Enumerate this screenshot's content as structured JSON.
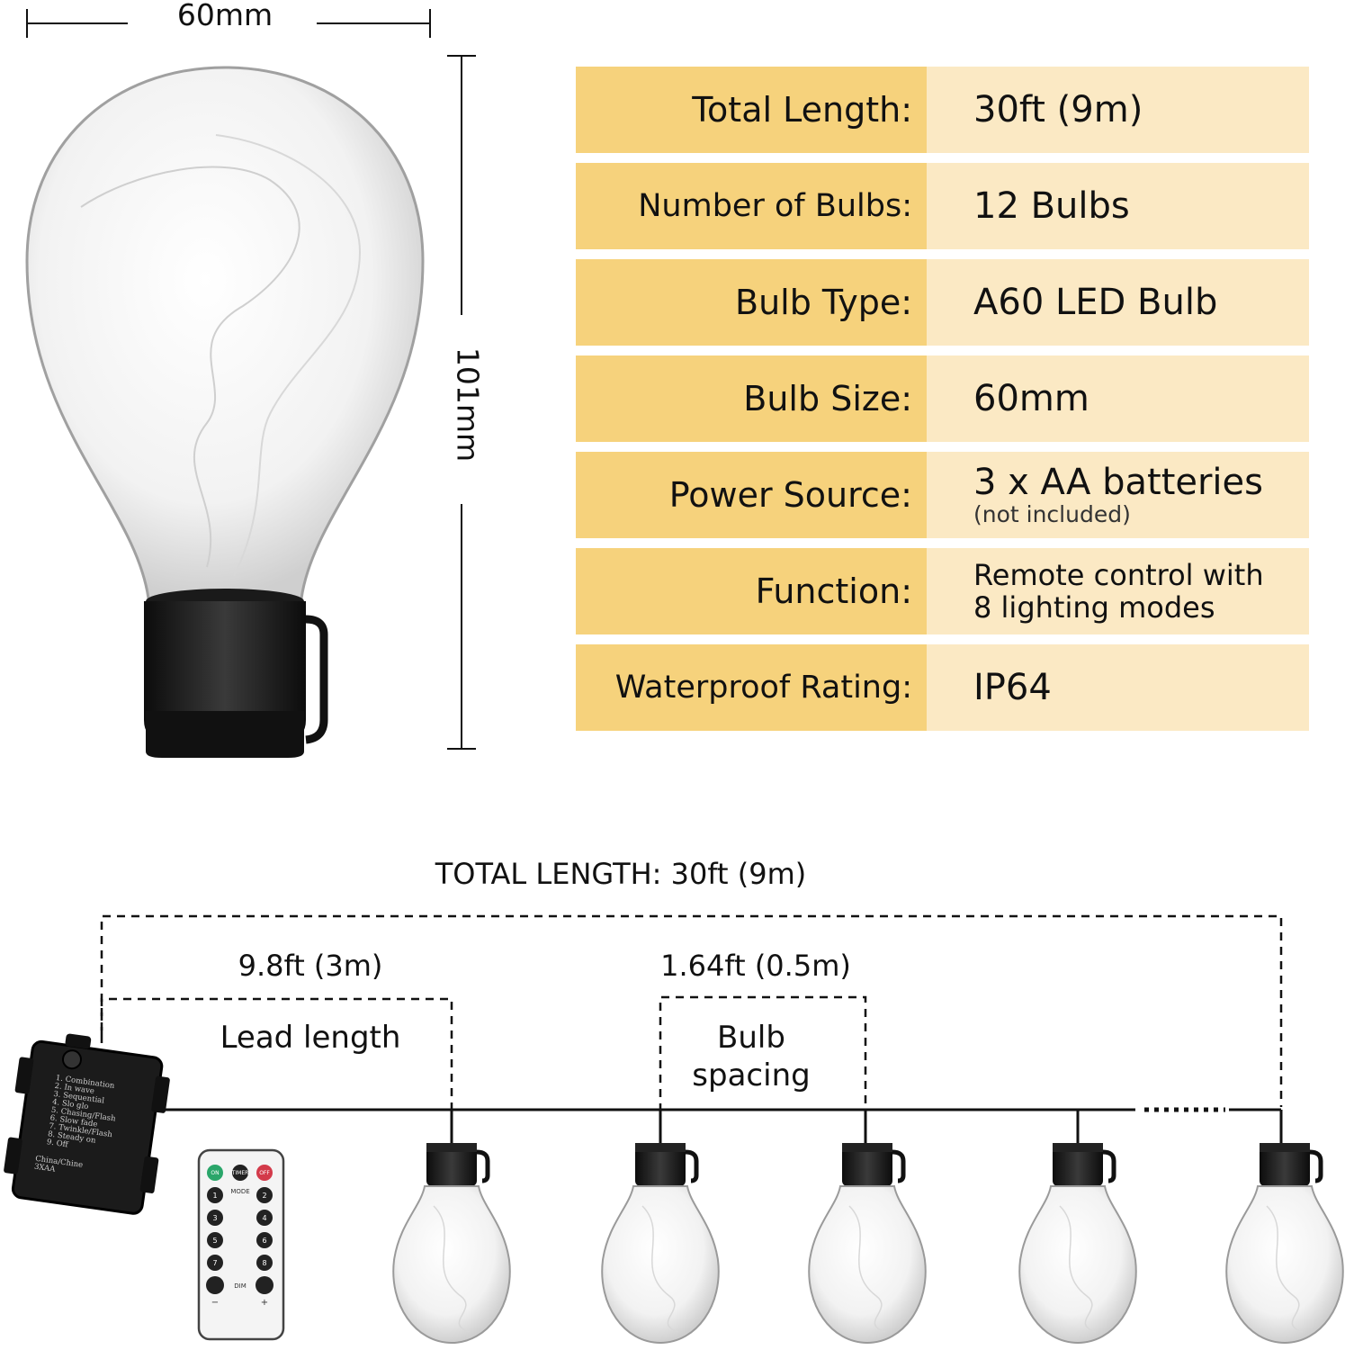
{
  "dimensions": {
    "width": "60mm",
    "height": "101mm"
  },
  "specs": [
    {
      "label": "Total Length:",
      "value": "30ft (9m)",
      "note": ""
    },
    {
      "label": "Number of Bulbs:",
      "value": "12 Bulbs",
      "note": ""
    },
    {
      "label": "Bulb Type:",
      "value": "A60 LED Bulb",
      "note": ""
    },
    {
      "label": "Bulb Size:",
      "value": "60mm",
      "note": ""
    },
    {
      "label": "Power Source:",
      "value": "3 x AA batteries",
      "note": "(not included)"
    },
    {
      "label": "Function:",
      "value": "Remote control with\n8 lighting modes",
      "note": ""
    },
    {
      "label": "Waterproof Rating:",
      "value": "IP64",
      "note": ""
    }
  ],
  "diagram": {
    "total_length": "TOTAL LENGTH: 30ft (9m)",
    "lead_dimension": "9.8ft (3m)",
    "lead_label": "Lead length",
    "spacing_dimension": "1.64ft (0.5m)",
    "spacing_label": "Bulb spacing"
  },
  "battery_box": {
    "modes": [
      "1. Combination",
      "2. In wave",
      "3. Sequential",
      "4. Slo glo",
      "5. Chasing/Flash",
      "6. Slow fade",
      "7. Twinkle/Flash",
      "8. Steady on",
      "9. Off"
    ],
    "origin": "China/Chine",
    "battery": "3XAA"
  },
  "remote": {
    "on": "ON",
    "timer": "TIMER",
    "off": "OFF",
    "mode": "MODE",
    "dim": "DIM",
    "keys": [
      "1",
      "2",
      "3",
      "4",
      "5",
      "6",
      "7",
      "8"
    ],
    "minus": "−",
    "plus": "+"
  },
  "colors": {
    "label_cell": "#f6d27c",
    "value_cell": "#fbe9c4"
  }
}
